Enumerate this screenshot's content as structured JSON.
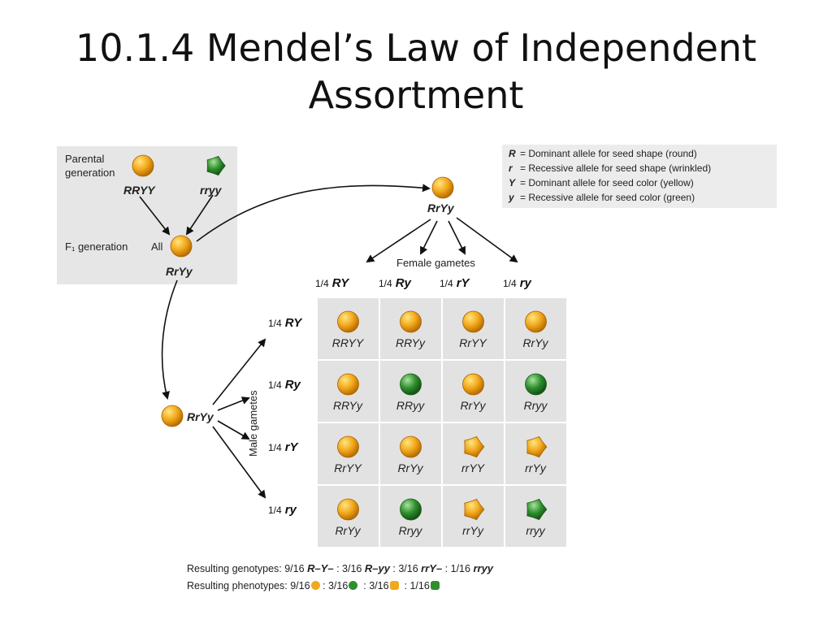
{
  "title_line1": "10.1.4 Mendel’s Law of Independent",
  "title_line2": "Assortment",
  "legend": [
    {
      "sym": "R",
      "text": "= Dominant allele for seed shape (round)"
    },
    {
      "sym": "r",
      "text": "= Recessive allele for seed shape (wrinkled)"
    },
    {
      "sym": "Y",
      "text": "= Dominant allele for seed color (yellow)"
    },
    {
      "sym": "y",
      "text": "= Recessive allele for seed color (green)"
    }
  ],
  "parental": {
    "label_line1": "Parental",
    "label_line2": "generation",
    "left_genotype": "RRYY",
    "right_genotype": "rryy"
  },
  "f1": {
    "label": "F₁ generation",
    "all": "All",
    "genotype": "RrYy"
  },
  "female": {
    "genotype": "RrYy",
    "label": "Female gametes"
  },
  "male": {
    "genotype": "RrYy",
    "label": "Male gametes"
  },
  "gametes": [
    {
      "fraction": "1/4",
      "allele": "RY"
    },
    {
      "fraction": "1/4",
      "allele": "Ry"
    },
    {
      "fraction": "1/4",
      "allele": "rY"
    },
    {
      "fraction": "1/4",
      "allele": "ry"
    }
  ],
  "punnett": [
    [
      {
        "g": "RRYY",
        "p": "round-yellow"
      },
      {
        "g": "RRYy",
        "p": "round-yellow"
      },
      {
        "g": "RrYY",
        "p": "round-yellow"
      },
      {
        "g": "RrYy",
        "p": "round-yellow"
      }
    ],
    [
      {
        "g": "RRYy",
        "p": "round-yellow"
      },
      {
        "g": "RRyy",
        "p": "round-green"
      },
      {
        "g": "RrYy",
        "p": "round-yellow"
      },
      {
        "g": "Rryy",
        "p": "round-green"
      }
    ],
    [
      {
        "g": "RrYY",
        "p": "round-yellow"
      },
      {
        "g": "RrYy",
        "p": "round-yellow"
      },
      {
        "g": "rrYY",
        "p": "wrinkled-yellow"
      },
      {
        "g": "rrYy",
        "p": "wrinkled-yellow"
      }
    ],
    [
      {
        "g": "RrYy",
        "p": "round-yellow"
      },
      {
        "g": "Rryy",
        "p": "round-green"
      },
      {
        "g": "rrYy",
        "p": "wrinkled-yellow"
      },
      {
        "g": "rryy",
        "p": "wrinkled-green"
      }
    ]
  ],
  "results": {
    "genotypes_label": "Resulting genotypes:",
    "genotypes": [
      {
        "frac": "9/16",
        "g": "R–Y–"
      },
      {
        "frac": "3/16",
        "g": "R–yy"
      },
      {
        "frac": "3/16",
        "g": "rrY–"
      },
      {
        "frac": "1/16",
        "g": "rryy"
      }
    ],
    "phenotypes_label": "Resulting phenotypes:",
    "phenotypes": [
      {
        "frac": "9/16",
        "p": "round-yellow"
      },
      {
        "frac": "3/16",
        "p": "round-green"
      },
      {
        "frac": "3/16",
        "p": "wrinkled-yellow"
      },
      {
        "frac": "1/16",
        "p": "wrinkled-green"
      }
    ]
  },
  "colors": {
    "yellow": "#f2a81c",
    "green": "#2f8f2f",
    "box": "#e6e6e6",
    "grid": "#e2e2e2"
  }
}
